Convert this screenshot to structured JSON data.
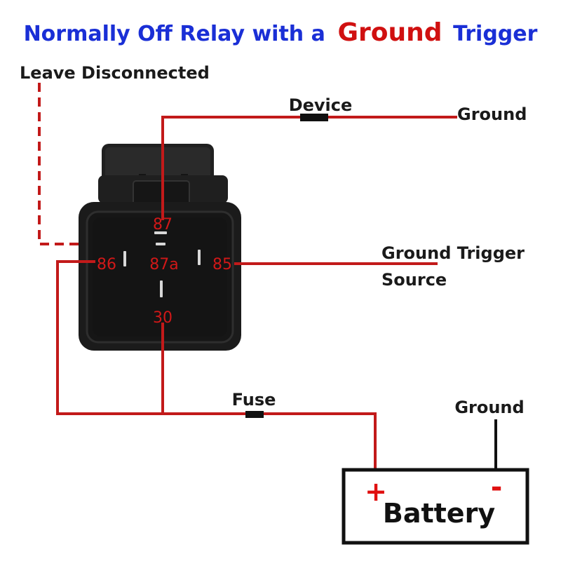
{
  "title": {
    "part1": "Normally Off Relay with a",
    "part2": "Ground",
    "part3": "Trigger"
  },
  "labels": {
    "leave_disconnected": "Leave Disconnected",
    "device": "Device",
    "ground_top": "Ground",
    "ground_trigger_line1": "Ground Trigger",
    "ground_trigger_line2": "Source",
    "fuse": "Fuse",
    "ground_battery": "Ground"
  },
  "pins": {
    "p87": "87",
    "p86": "86",
    "p87a": "87a",
    "p85": "85",
    "p30": "30"
  },
  "battery": {
    "label": "Battery",
    "plus": "+",
    "minus": "-"
  },
  "colors": {
    "title_blue": "#1a2fd6",
    "title_red": "#d01010",
    "wire_red": "#c21a1a",
    "wire_black": "#111111",
    "pin_red": "#d01818",
    "relay_body": "#1b1b1b"
  }
}
